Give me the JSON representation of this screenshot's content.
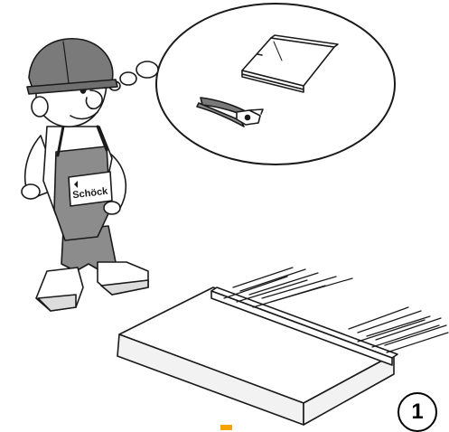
{
  "step": {
    "number": "1"
  },
  "character": {
    "badge_text": "Schöck"
  },
  "colors": {
    "outline": "#1a1a1a",
    "overall": "#8c8c8c",
    "overall_shade": "#6f6f6f",
    "helmet": "#7a7a7a",
    "accent": "#f5a300",
    "board_top": "#ffffff",
    "board_side": "#f2f2f2"
  },
  "thought_bubble": {
    "contents": [
      "manual-booklet",
      "wire-cutter-pliers"
    ]
  },
  "icons": [
    "worker-mascot",
    "thought-bubble",
    "manual-icon",
    "pliers-icon",
    "insulation-element",
    "rebar-bars"
  ]
}
